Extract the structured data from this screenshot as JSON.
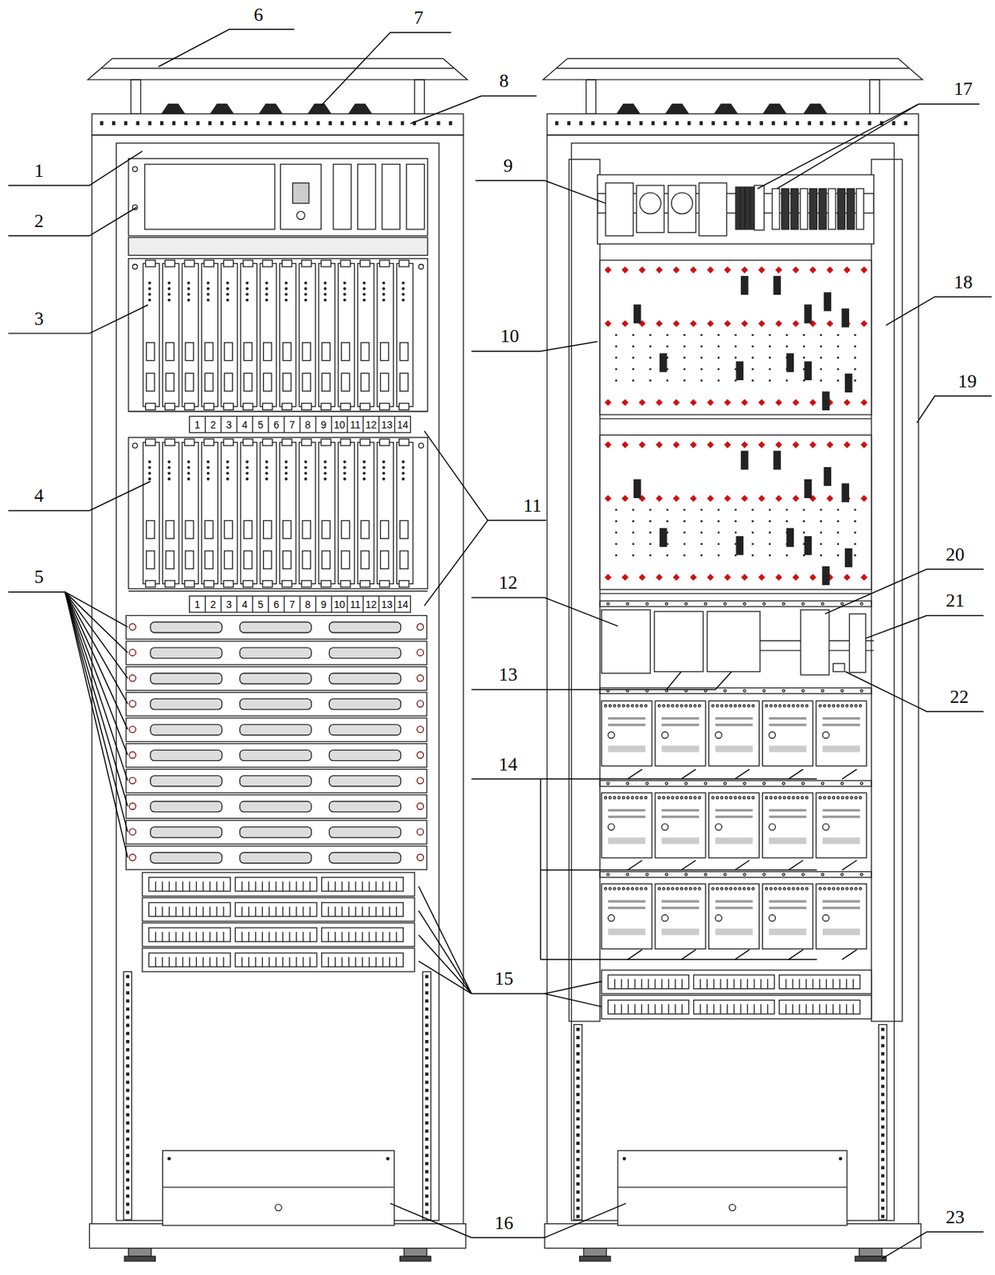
{
  "diagram": {
    "labels": [
      "6",
      "7",
      "8",
      "1",
      "2",
      "3",
      "4",
      "5",
      "11",
      "9",
      "17",
      "18",
      "10",
      "19",
      "20",
      "12",
      "21",
      "13",
      "22",
      "14",
      "15",
      "16",
      "23",
      "1",
      "2",
      "3",
      "4",
      "5",
      "6",
      "7",
      "8",
      "9",
      "10",
      "11",
      "12",
      "13",
      "14",
      "1",
      "2",
      "3",
      "4",
      "5",
      "6",
      "7",
      "8",
      "9",
      "10",
      "11",
      "12",
      "13",
      "14"
    ]
  }
}
